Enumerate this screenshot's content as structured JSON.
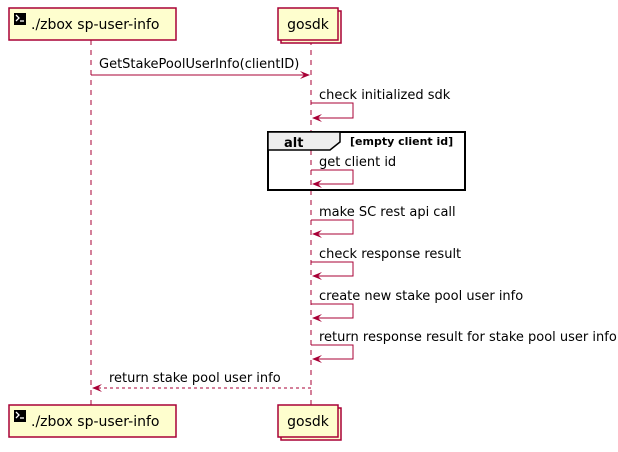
{
  "participants": {
    "cli": {
      "label": "./zbox sp-user-info",
      "icon": "terminal-icon"
    },
    "sdk": {
      "label": "gosdk"
    }
  },
  "messages": [
    {
      "label": "GetStakePoolUserInfo(clientID)",
      "kind": "call"
    },
    {
      "label": "check initialized sdk",
      "kind": "self"
    },
    {
      "label": "get client id",
      "kind": "self"
    },
    {
      "label": "make SC rest api call",
      "kind": "self"
    },
    {
      "label": "check response result",
      "kind": "self"
    },
    {
      "label": "create new stake pool user info",
      "kind": "self"
    },
    {
      "label": "return response result for stake pool user info",
      "kind": "self"
    },
    {
      "label": "return stake pool user info",
      "kind": "return"
    }
  ],
  "alt_fragment": {
    "keyword": "alt",
    "condition": "[empty client id]"
  },
  "colors": {
    "participant_fill": "#FEFECE",
    "participant_border": "#A80036",
    "arrow": "#A80036",
    "lifeline": "#A80036",
    "fragment_border": "#000000",
    "fragment_tab": "#EEEEEE"
  }
}
